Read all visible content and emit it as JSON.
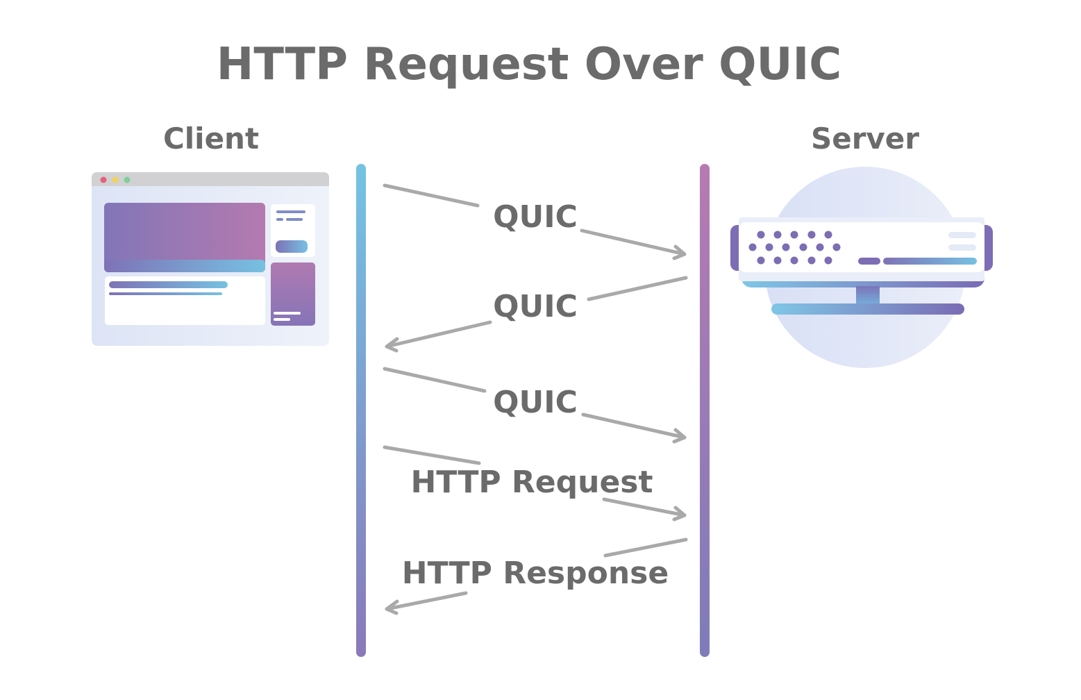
{
  "diagram": {
    "title": "HTTP Request Over QUIC",
    "client_label": "Client",
    "server_label": "Server",
    "messages": [
      {
        "label": "QUIC",
        "direction": "client-to-server"
      },
      {
        "label": "QUIC",
        "direction": "server-to-client"
      },
      {
        "label": "QUIC",
        "direction": "client-to-server"
      },
      {
        "label": "HTTP Request",
        "direction": "client-to-server"
      },
      {
        "label": "HTTP Response",
        "direction": "server-to-client"
      }
    ]
  },
  "colors": {
    "text": "#6b6b6b",
    "arrow": "#a9a9a9",
    "accent_purple": "#7e6fb7",
    "accent_pink": "#b77ab2",
    "accent_blue": "#73c4e3",
    "panel_bg": "#e7ecf8"
  },
  "icons": {
    "client": "browser-window-icon",
    "server": "server-rack-icon"
  }
}
